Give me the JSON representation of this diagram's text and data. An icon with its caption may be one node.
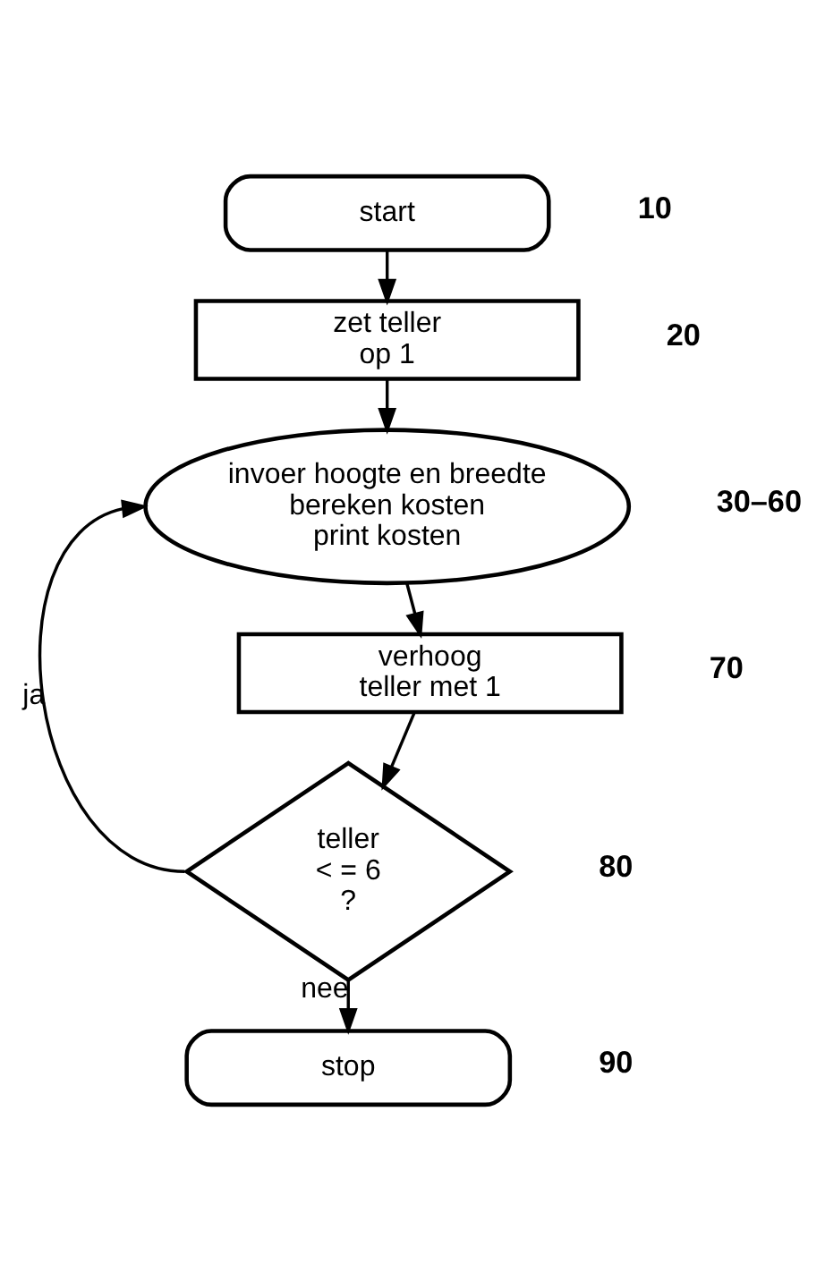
{
  "diagram": {
    "nodes": [
      {
        "text": [
          "start"
        ],
        "beside": [
          "10"
        ]
      },
      {
        "text": [
          "zet teller op 1"
        ],
        "beside": [
          "20"
        ]
      },
      {
        "text": [
          "invoer hoogte en breedte bereken kosten print kosten"
        ],
        "beside": [
          "30–60"
        ]
      },
      {
        "text": [
          "verhoog teller met 1"
        ],
        "beside": [
          "70"
        ]
      },
      {
        "text": [
          "teller < = 6 ?"
        ],
        "beside": [
          "80"
        ]
      },
      {
        "text": [
          "stop"
        ],
        "beside": [
          "90"
        ]
      }
    ],
    "edges": [
      {
        "from": 0,
        "to": 1,
        "arrow": "to"
      },
      {
        "from": 1,
        "to": 2,
        "arrow": "to"
      },
      {
        "from": 2,
        "to": 3,
        "arrow": "to"
      },
      {
        "from": 3,
        "to": 4,
        "arrow": "to"
      },
      {
        "from": 4,
        "to": 2,
        "arrow": "to",
        "label": "ja"
      },
      {
        "from": 4,
        "to": 5,
        "arrow": "to",
        "label": "nee"
      }
    ]
  }
}
